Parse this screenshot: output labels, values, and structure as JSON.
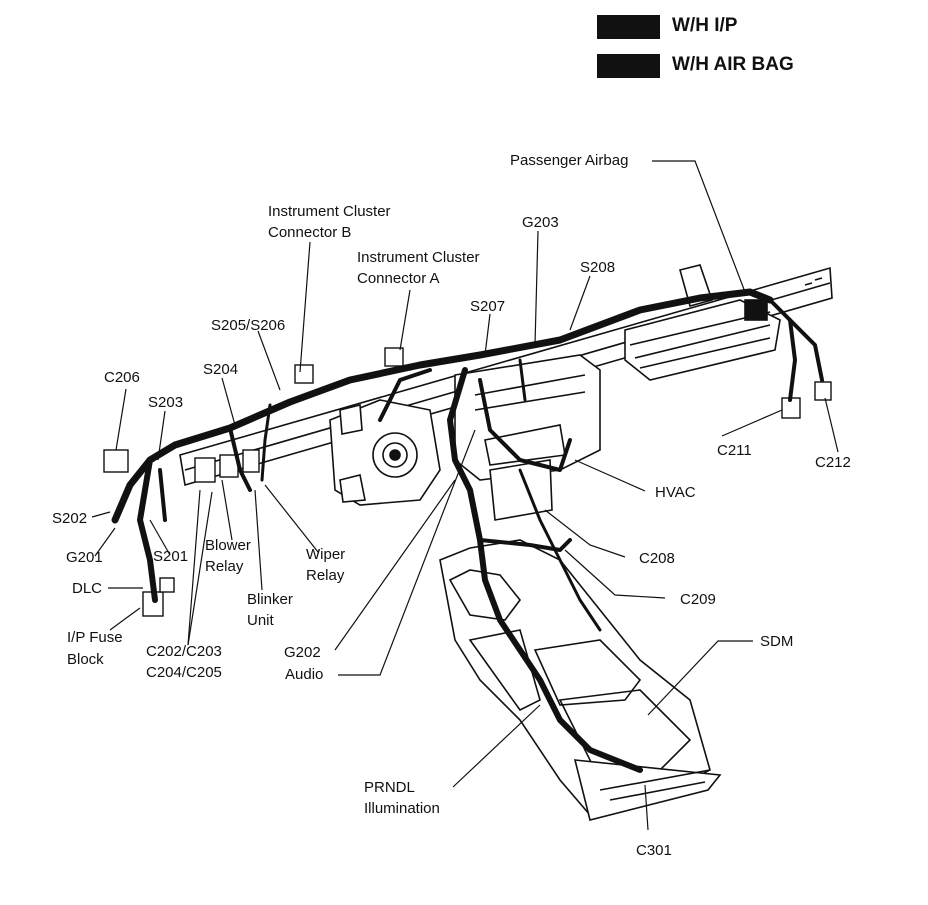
{
  "legend": {
    "items": [
      {
        "label": "W/H I/P",
        "color": "#111111"
      },
      {
        "label": "W/H AIR BAG",
        "color": "#111111"
      }
    ]
  },
  "labels": {
    "passenger_airbag": "Passenger Airbag",
    "g203": "G203",
    "s208": "S208",
    "s207": "S207",
    "ic_connector_b": [
      "Instrument Cluster",
      "Connector B"
    ],
    "ic_connector_a": [
      "Instrument Cluster",
      "Connector A"
    ],
    "s205_s206": "S205/S206",
    "s204": "S204",
    "c206": "C206",
    "s203": "S203",
    "s202": "S202",
    "g201": "G201",
    "s201": "S201",
    "dlc": "DLC",
    "ip_fuse_block": [
      "I/P Fuse",
      "Block"
    ],
    "c202_c205": [
      "C202/C203",
      "C204/C205"
    ],
    "blower_relay": [
      "Blower",
      "Relay"
    ],
    "blinker_unit": [
      "Blinker",
      "Unit"
    ],
    "wiper_relay": [
      "Wiper",
      "Relay"
    ],
    "g202": "G202",
    "audio": "Audio",
    "c211": "C211",
    "c212": "C212",
    "hvac": "HVAC",
    "c208": "C208",
    "c209": "C209",
    "sdm": "SDM",
    "prndl": [
      "PRNDL",
      "Illumination"
    ],
    "c301": "C301"
  },
  "colors": {
    "ink": "#111111",
    "paper": "#ffffff"
  }
}
